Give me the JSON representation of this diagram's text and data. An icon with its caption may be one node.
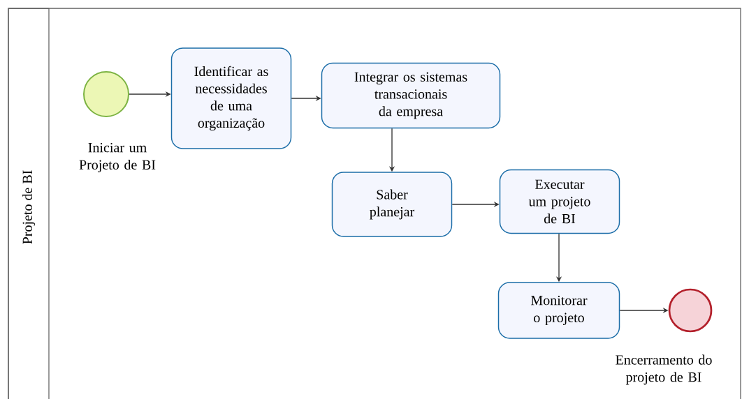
{
  "diagram": {
    "nodes": [
      {
        "text": [
          "Projeto de BI"
        ]
      },
      {
        "text": [],
        "shape": "circle",
        "beside": [
          "Iniciar um Projeto de BI"
        ],
        "in": 0
      },
      {
        "text": [
          "Identificar as necessidades de uma organização"
        ],
        "in": 0
      },
      {
        "text": [
          "Integrar os sistemas transacionais da empresa"
        ],
        "in": 0
      },
      {
        "text": [
          "Saber planejar"
        ],
        "in": 0
      },
      {
        "text": [
          "Executar um projeto de BI"
        ],
        "in": 0
      },
      {
        "text": [
          "Monitorar o projeto"
        ],
        "in": 0
      },
      {
        "text": [],
        "shape": "circle",
        "beside": [
          "Encerramento do projeto de BI"
        ],
        "in": 0
      }
    ],
    "edges": [
      {
        "from": 1,
        "to": 2,
        "arrow": "to"
      },
      {
        "from": 2,
        "to": 3,
        "arrow": "to"
      },
      {
        "from": 3,
        "to": 4,
        "arrow": "to"
      },
      {
        "from": 4,
        "to": 5,
        "arrow": "to"
      },
      {
        "from": 5,
        "to": 6,
        "arrow": "to"
      },
      {
        "from": 6,
        "to": 7,
        "arrow": "to"
      }
    ]
  }
}
